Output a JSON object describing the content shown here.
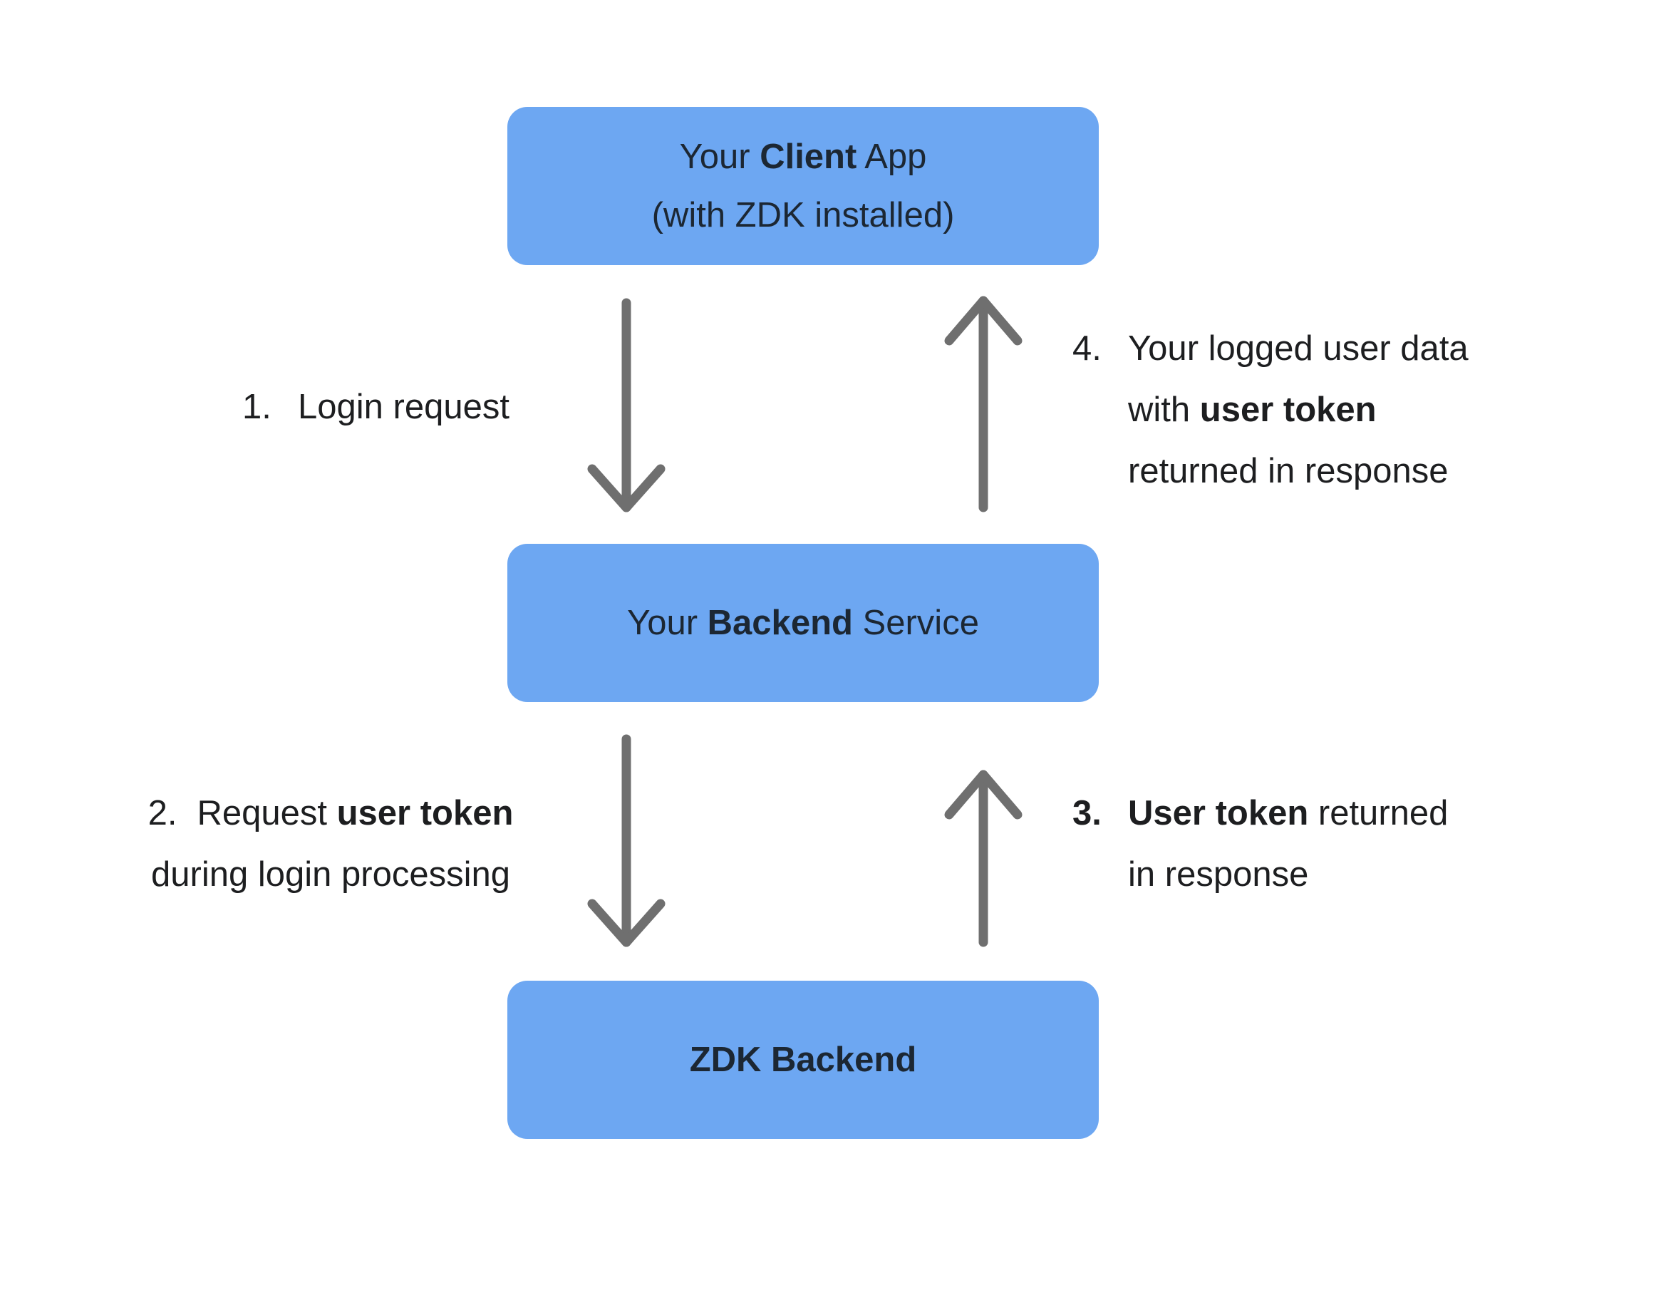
{
  "colors": {
    "background": "#FFFFFF",
    "box_fill": "#6DA7F2",
    "box_text": "#1C2733",
    "label_text": "#1D1E20",
    "arrow": "#6F6F6F"
  },
  "boxes": {
    "client": {
      "l1a": "Your ",
      "l1b": "Client",
      "l1c": " App",
      "l2": "(with ZDK installed)"
    },
    "backend": {
      "l1a": "Your ",
      "l1b": "Backend",
      "l1c": " Service"
    },
    "zdk": {
      "l1": "ZDK Backend"
    }
  },
  "steps": {
    "s1": {
      "num": "1.",
      "text": "Login request"
    },
    "s2": {
      "num": "2.",
      "l1a": "Request ",
      "l1b": "user token",
      "l2": "during login processing"
    },
    "s3": {
      "num": "3.",
      "l1b": "User token",
      "l1c": " returned",
      "l2": "in response"
    },
    "s4": {
      "num": "4.",
      "l1": "Your logged user data",
      "l2a": "with ",
      "l2b": "user token",
      "l3": "returned in response"
    }
  },
  "arrows": [
    {
      "name": "arrow-client-to-backend",
      "direction": "down"
    },
    {
      "name": "arrow-backend-to-client",
      "direction": "up"
    },
    {
      "name": "arrow-backend-to-zdk",
      "direction": "down"
    },
    {
      "name": "arrow-zdk-to-backend",
      "direction": "up"
    }
  ]
}
